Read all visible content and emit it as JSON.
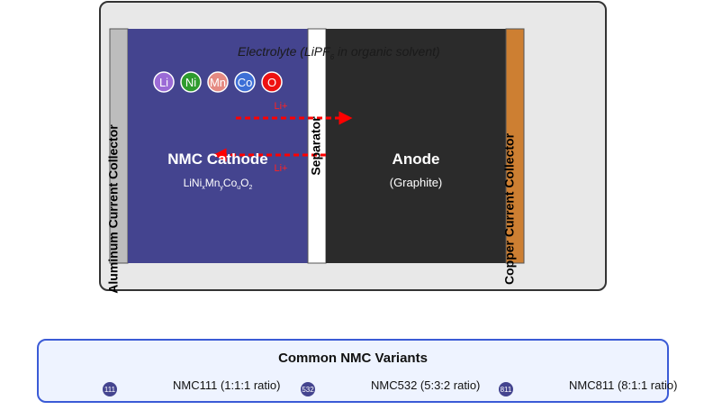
{
  "diagram": {
    "electrolyte": {
      "prefix": "Electrolyte (LiPF",
      "sub": "6",
      "suffix": " in organic solvent)"
    },
    "atoms": [
      {
        "symbol": "Li",
        "color": "#9b6bd6"
      },
      {
        "symbol": "Ni",
        "color": "#2e9b2e"
      },
      {
        "symbol": "Mn",
        "color": "#e58a82"
      },
      {
        "symbol": "Co",
        "color": "#3d6fd6"
      },
      {
        "symbol": "O",
        "color": "#ee1111"
      }
    ],
    "ion_labels": {
      "top": "Li+",
      "bottom": "Li+"
    },
    "cathode": {
      "title": "NMC Cathode",
      "formula_parts": [
        {
          "t": "LiNi",
          "s": ""
        },
        {
          "t": "x",
          "s": "sub"
        },
        {
          "t": "Mn",
          "s": ""
        },
        {
          "t": "y",
          "s": "sub"
        },
        {
          "t": "Co",
          "s": ""
        },
        {
          "t": "u",
          "s": "sub"
        },
        {
          "t": "O",
          "s": ""
        },
        {
          "t": "2",
          "s": "sub"
        }
      ]
    },
    "anode": {
      "title": "Anode",
      "subtitle": "(Graphite)"
    },
    "separator_label": "Separator",
    "aluminum_label": "Aluminum Current Collector",
    "copper_label": "Copper Current Collector",
    "colors": {
      "cathode": "#44448f",
      "anode": "#2b2b2b",
      "aluminum": "#bdbdbd",
      "copper": "#cd7f32",
      "casing": "#e8e8e8",
      "arrow": "#ff0000",
      "variant_box_border": "#3b5bd6",
      "variant_box_fill": "#eef3ff",
      "badge": "#44448f"
    }
  },
  "variants": {
    "title": "Common NMC Variants",
    "items": [
      {
        "badge": "111",
        "label": "NMC111 (1:1:1 ratio)"
      },
      {
        "badge": "532",
        "label": "NMC532 (5:3:2 ratio)"
      },
      {
        "badge": "811",
        "label": "NMC811 (8:1:1 ratio)"
      }
    ]
  }
}
